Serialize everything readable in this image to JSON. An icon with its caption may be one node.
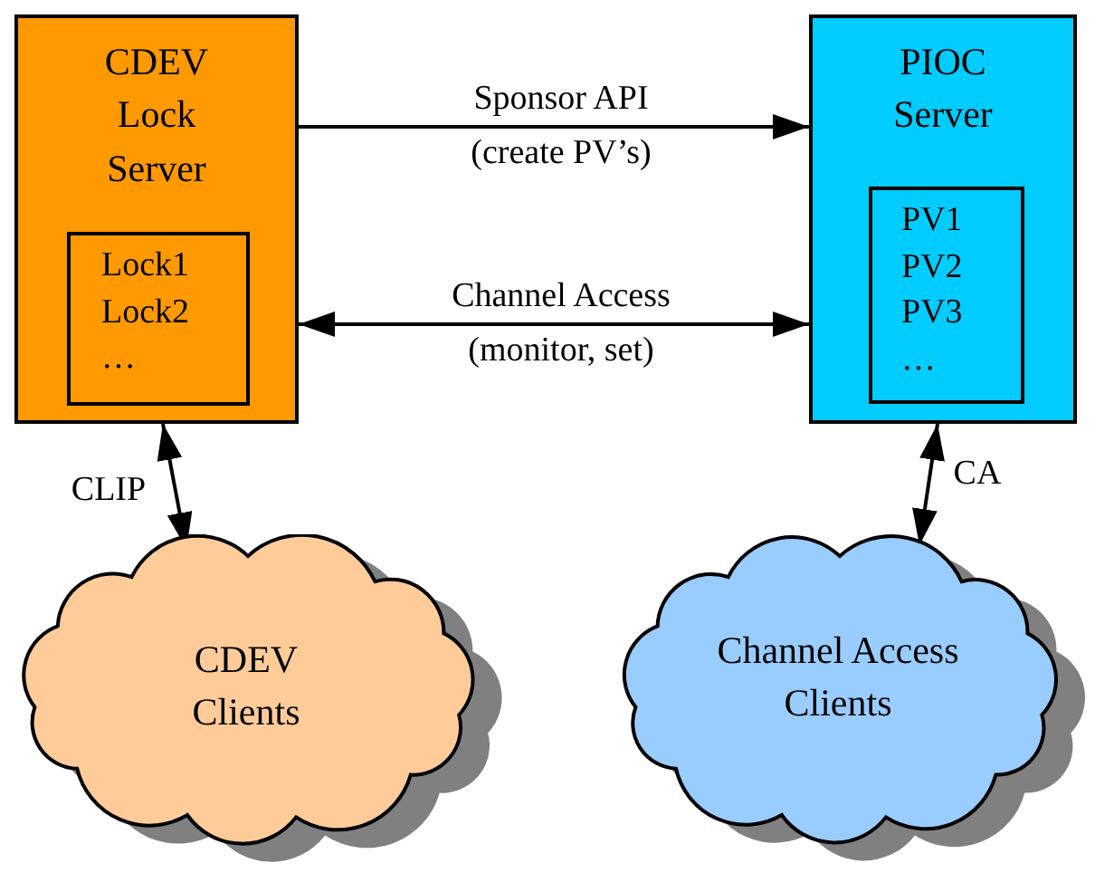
{
  "diagram": {
    "nodes": [
      {
        "text": [
          "CDEV Lock Server"
        ]
      },
      {
        "text": [
          "Lock1 Lock2 …"
        ],
        "in": 0
      },
      {
        "text": [
          "PIOC Server"
        ]
      },
      {
        "text": [
          "PV1 PV2 PV3 …"
        ],
        "in": 2
      },
      {
        "text": [
          "CDEV Clients"
        ]
      },
      {
        "text": [
          "Channel Access Clients"
        ]
      }
    ],
    "edges": [
      {
        "from": 0,
        "to": 2,
        "arrow": "to",
        "label": "Sponsor API (create PV’s)"
      },
      {
        "from": 0,
        "to": 2,
        "arrow": "both",
        "label": "Channel Access (monitor, set)"
      },
      {
        "from": 0,
        "to": 4,
        "arrow": "both",
        "label": "CLIP"
      },
      {
        "from": 2,
        "to": 5,
        "arrow": "both",
        "label": "CA"
      }
    ]
  }
}
